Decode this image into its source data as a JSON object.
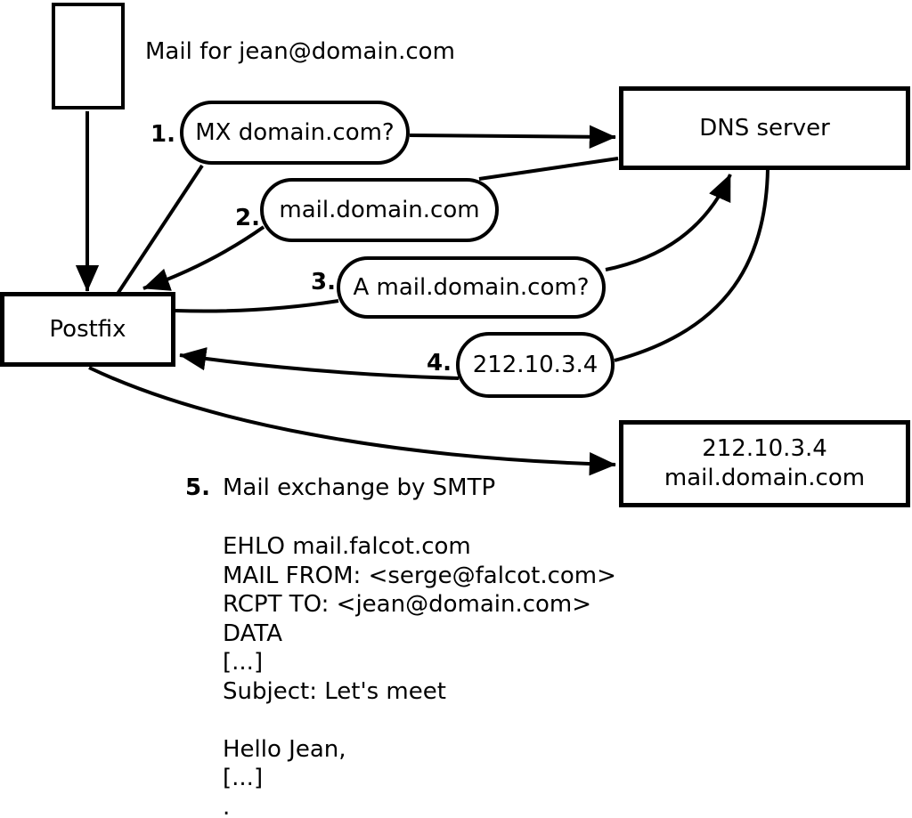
{
  "caption": "Mail for jean@domain.com",
  "nodes": {
    "postfix": "Postfix",
    "dns_server": "DNS server",
    "mail_server_line1": "212.10.3.4",
    "mail_server_line2": "mail.domain.com"
  },
  "steps": [
    {
      "num": "1.",
      "label": "MX domain.com?"
    },
    {
      "num": "2.",
      "label": "mail.domain.com"
    },
    {
      "num": "3.",
      "label": "A mail.domain.com?"
    },
    {
      "num": "4.",
      "label": "212.10.3.4"
    },
    {
      "num": "5.",
      "label": "Mail exchange by SMTP"
    }
  ],
  "smtp": {
    "lines": [
      "EHLO mail.falcot.com",
      "MAIL FROM: <serge@falcot.com>",
      "RCPT TO: <jean@domain.com>",
      "DATA",
      "[...]",
      "Subject: Let's meet",
      "",
      "Hello Jean,",
      "[...]",
      "."
    ]
  },
  "colors": {
    "line": "#000000",
    "background": "#ffffff"
  }
}
